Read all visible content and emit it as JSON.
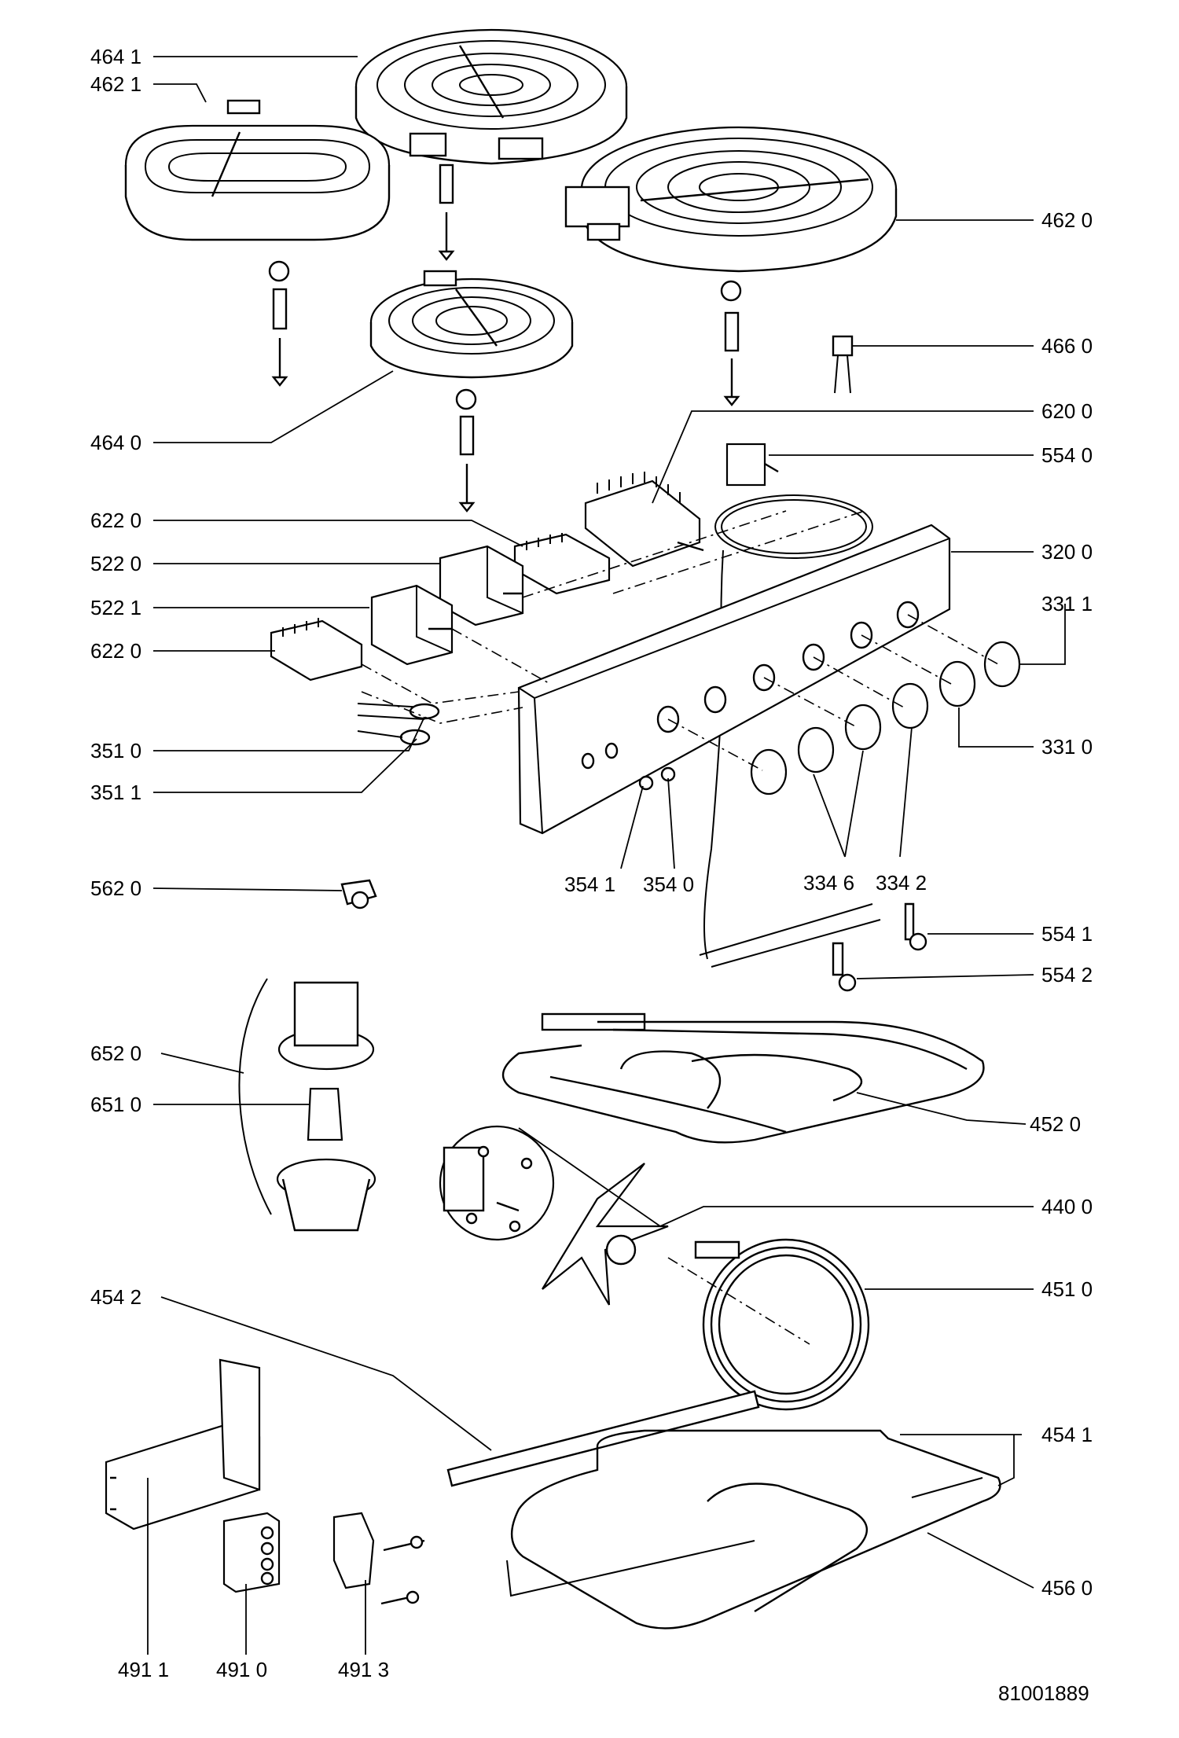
{
  "diagram": {
    "document_code": "81001889",
    "labels": {
      "p4641": "464 1",
      "p4621": "462 1",
      "p4620": "462 0",
      "p4660": "466 0",
      "p4640": "464 0",
      "p6200": "620 0",
      "p5540": "554 0",
      "p6220a": "622 0",
      "p5220": "522 0",
      "p3200": "320 0",
      "p5221": "522 1",
      "p3311": "331 1",
      "p6220b": "622 0",
      "p3510": "351 0",
      "p3310": "331 0",
      "p3511": "351 1",
      "p3541": "354 1",
      "p3540": "354 0",
      "p3346": "334 6",
      "p3342": "334 2",
      "p5620": "562 0",
      "p5541": "554 1",
      "p5542": "554 2",
      "p6520": "652 0",
      "p6510": "651 0",
      "p4520": "452 0",
      "p4400": "440 0",
      "p4542": "454 2",
      "p4510": "451 0",
      "p4541": "454 1",
      "p4560": "456 0",
      "p4911": "491 1",
      "p4910": "491 0",
      "p4913": "491 3"
    }
  }
}
